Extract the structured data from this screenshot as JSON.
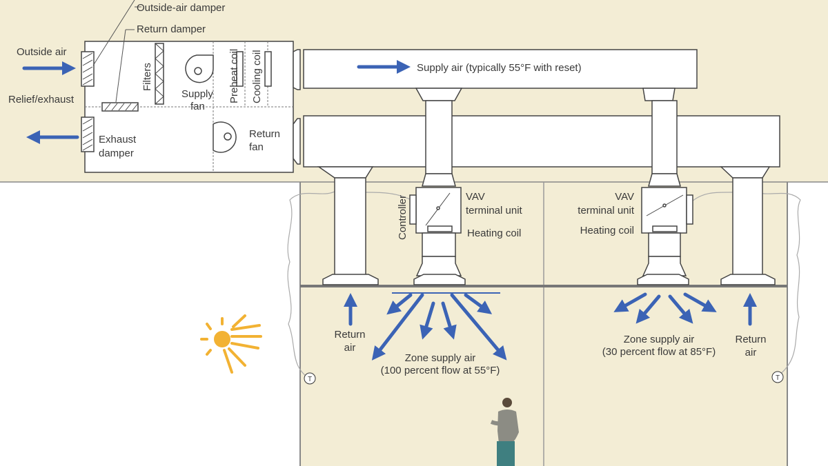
{
  "colors": {
    "background": "#f3edd5",
    "arrow": "#3b63b5",
    "sun": "#f2b233",
    "line": "#444444"
  },
  "labels": {
    "outside_air_damper": "Outside-air damper",
    "return_damper": "Return damper",
    "outside_air": "Outside air",
    "relief_exhaust": "Relief/exhaust",
    "filters": "Filters",
    "supply_fan_1": "Supply",
    "supply_fan_2": "fan",
    "preheat_coil": "Preheat coil",
    "cooling_coil": "Cooling coil",
    "exhaust_damper_1": "Exhaust",
    "exhaust_damper_2": "damper",
    "return_fan_1": "Return",
    "return_fan_2": "fan",
    "supply_air": "Supply air (typically 55°F with reset)",
    "controller": "Controller",
    "vav_1a": "VAV",
    "vav_1b": "terminal unit",
    "heating_coil_1": "Heating coil",
    "vav_2a": "VAV",
    "vav_2b": "terminal unit",
    "heating_coil_2": "Heating coil",
    "return_air_1a": "Return",
    "return_air_1b": "air",
    "return_air_2a": "Return",
    "return_air_2b": "air",
    "zone1_a": "Zone supply air",
    "zone1_b": "(100 percent flow at 55°F)",
    "zone2_a": "Zone supply air",
    "zone2_b": "(30 percent flow at 85°F)",
    "thermostat": "T"
  }
}
